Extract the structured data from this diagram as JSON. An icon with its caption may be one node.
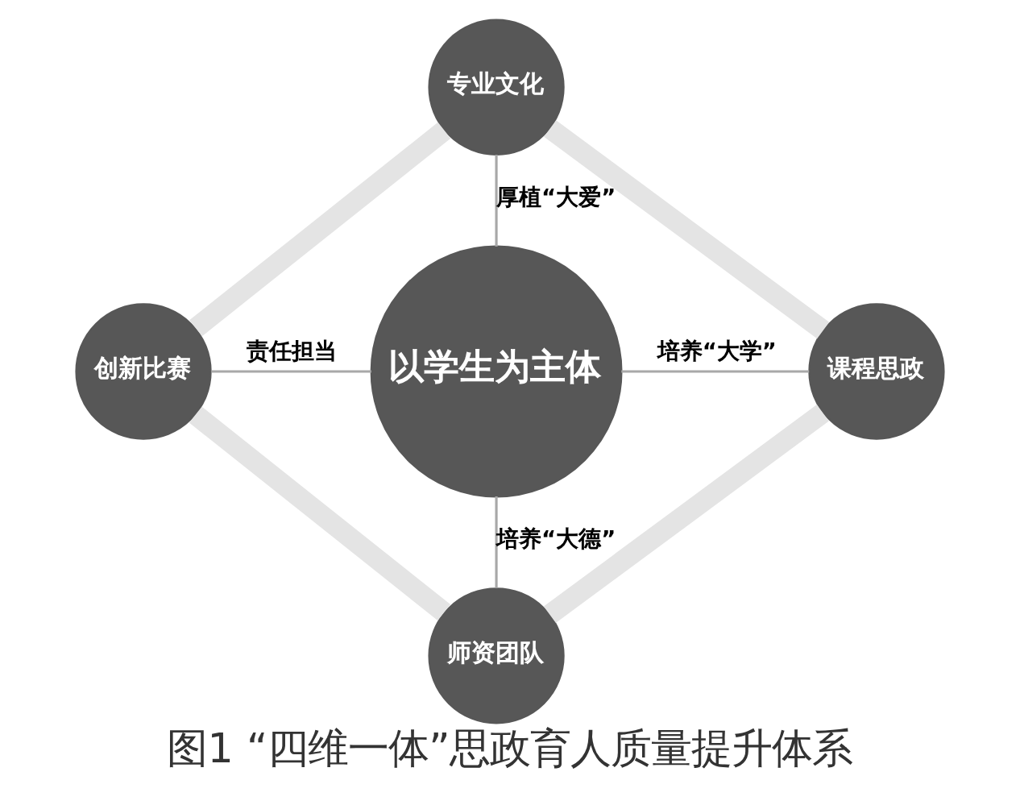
{
  "diagram": {
    "caption": "图1 “四维一体”思政育人质量提升体系",
    "nodes": [
      {
        "text": [
          "专业文化"
        ]
      },
      {
        "text": [
          "创新比赛"
        ]
      },
      {
        "text": [
          "以学生为主体"
        ]
      },
      {
        "text": [
          "课程思政"
        ]
      },
      {
        "text": [
          "师资团队"
        ]
      }
    ],
    "edges": [
      {
        "from": 0,
        "to": 2,
        "arrow": "none",
        "label": "厚植“大爱”"
      },
      {
        "from": 1,
        "to": 2,
        "arrow": "none",
        "label": "责任担当"
      },
      {
        "from": 2,
        "to": 3,
        "arrow": "none",
        "label": "培养“大学”"
      },
      {
        "from": 2,
        "to": 4,
        "arrow": "none",
        "label": "培养“大德”"
      },
      {
        "from": 0,
        "to": 3,
        "arrow": "none",
        "style": "thick",
        "color": "#e4e4e4"
      },
      {
        "from": 3,
        "to": 4,
        "arrow": "none",
        "style": "thick",
        "color": "#e4e4e4"
      },
      {
        "from": 4,
        "to": 1,
        "arrow": "none",
        "style": "thick",
        "color": "#e4e4e4"
      },
      {
        "from": 1,
        "to": 0,
        "arrow": "none",
        "style": "thick",
        "color": "#e4e4e4"
      }
    ]
  }
}
